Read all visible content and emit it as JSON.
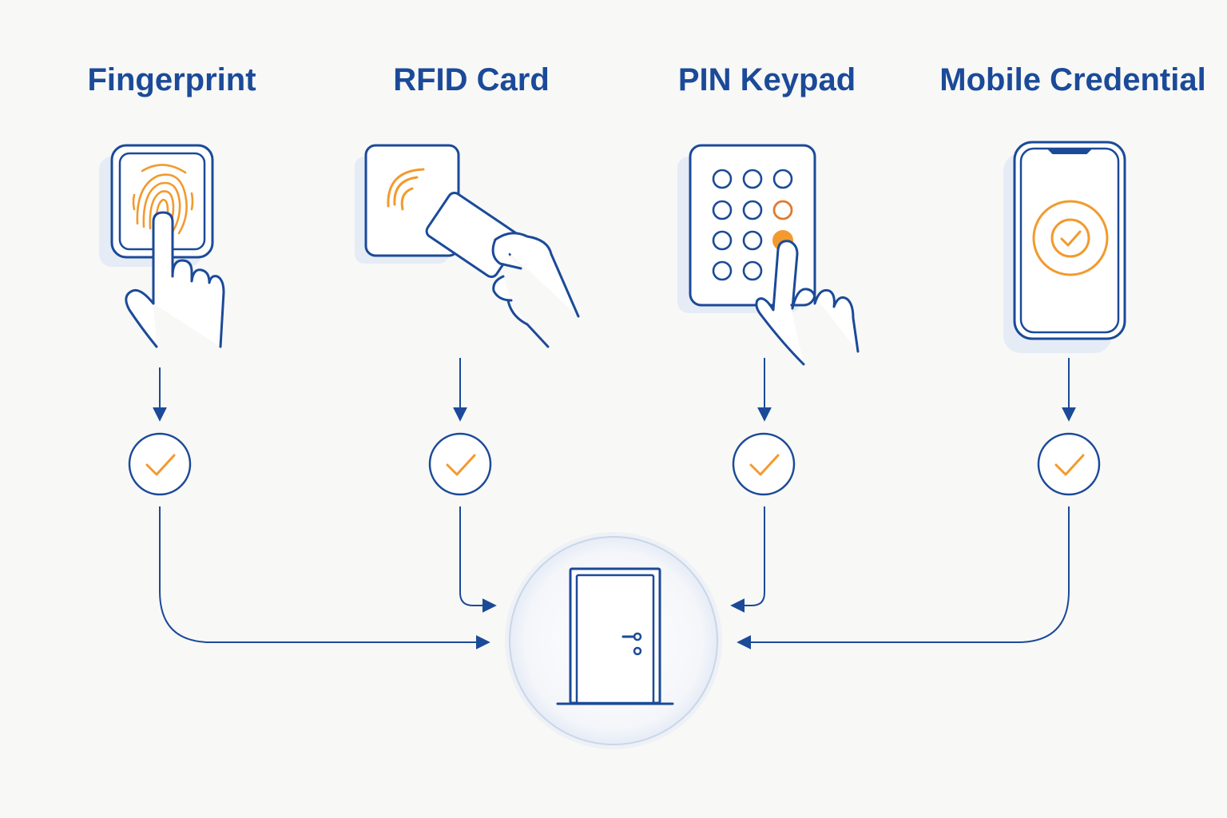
{
  "methods": [
    {
      "label": "Fingerprint",
      "icon": "fingerprint-scanner-icon"
    },
    {
      "label": "RFID Card",
      "icon": "rfid-card-reader-icon"
    },
    {
      "label": "PIN Keypad",
      "icon": "pin-keypad-icon"
    },
    {
      "label": "Mobile Credential",
      "icon": "smartphone-icon"
    }
  ],
  "verification_icon": "checkmark-circle-icon",
  "destination_icon": "door-icon",
  "colors": {
    "primary": "#1b4a98",
    "accent": "#f29a2e",
    "background": "#f8f8f7",
    "panel_shadow": "#e6ecf6"
  }
}
